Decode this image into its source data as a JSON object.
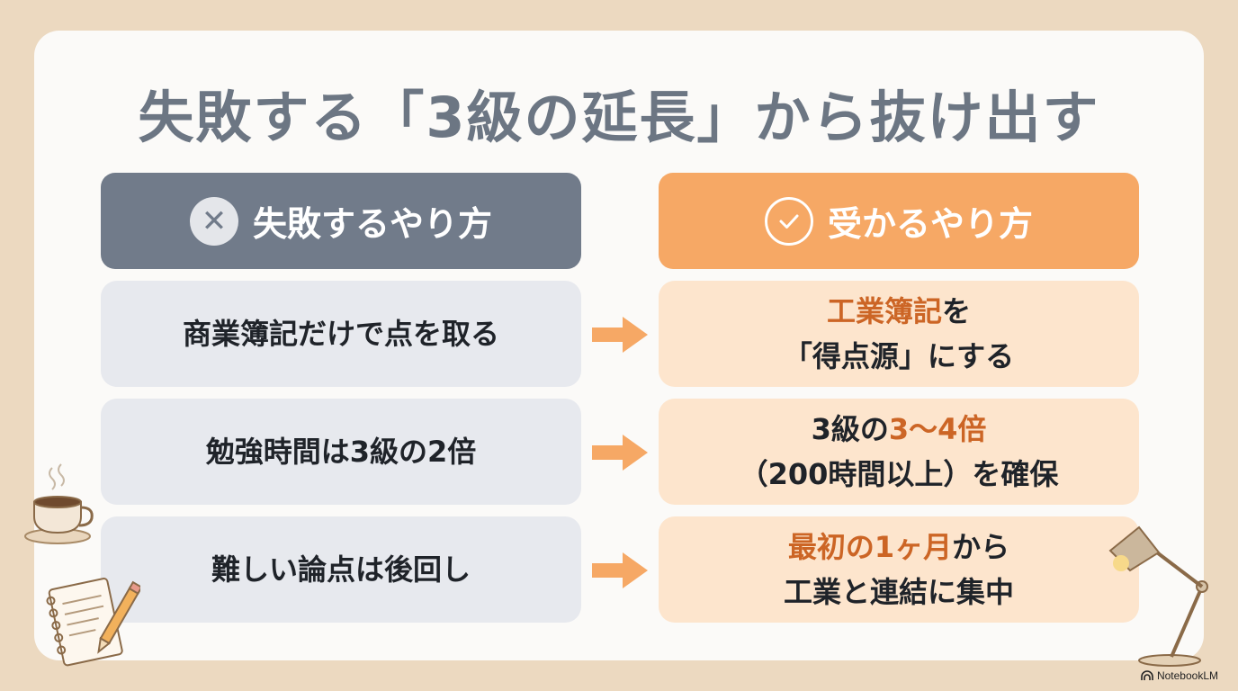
{
  "title": "失敗する「3級の延長」から抜け出す",
  "headers": {
    "bad": {
      "icon": "close-icon",
      "label": "失敗するやり方"
    },
    "good": {
      "icon": "check-circle-icon",
      "label": "受かるやり方"
    }
  },
  "rows": [
    {
      "bad": "商業簿記だけで点を取る",
      "good_line1_hl": "工業簿記",
      "good_line1_rest": "を",
      "good_line2": "「得点源」にする"
    },
    {
      "bad": "勉強時間は3級の2倍",
      "good_line1_pre": "3級の",
      "good_line1_hl": "3〜4倍",
      "good_line2": "（200時間以上）を確保"
    },
    {
      "bad": "難しい論点は後回し",
      "good_line1_hl": "最初の1ヶ月",
      "good_line1_rest": "から",
      "good_line2": "工業と連結に集中"
    }
  ],
  "badge": "NotebookLM",
  "colors": {
    "background": "#ecd9c0",
    "bad_header": "#717b8a",
    "good_header": "#f6a865",
    "highlight": "#cc6525",
    "arrow": "#f6a865"
  }
}
